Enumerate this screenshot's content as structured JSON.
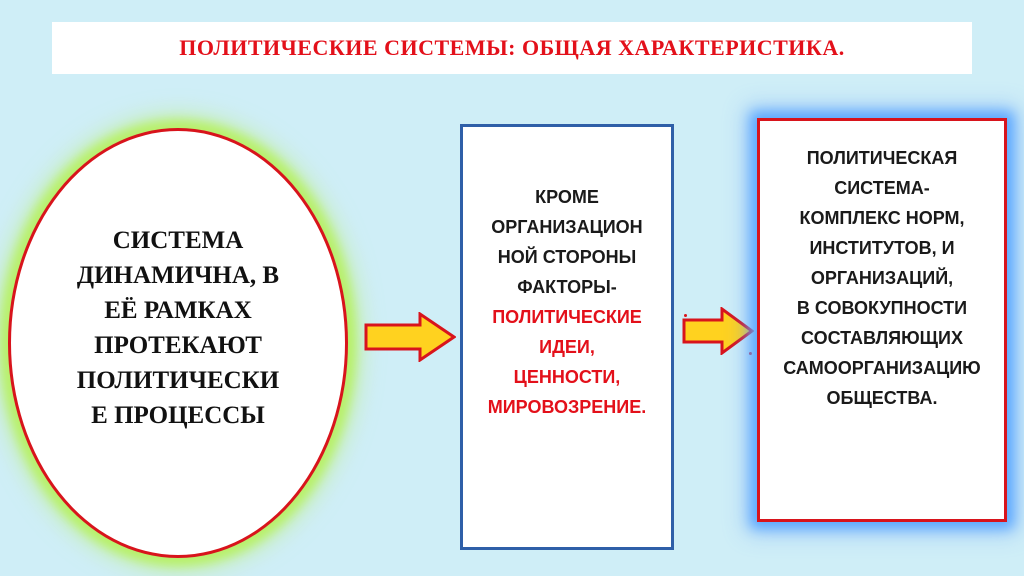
{
  "title": "ПОЛИТИЧЕСКИЕ СИСТЕМЫ: ОБЩАЯ ХАРАКТЕРИСТИКА.",
  "ellipse": {
    "lines": [
      "СИСТЕМА",
      "ДИНАМИЧНА, В",
      "ЕЁ РАМКАХ",
      "ПРОТЕКАЮТ",
      "ПОЛИТИЧЕСКИ",
      "Е ПРОЦЕССЫ"
    ]
  },
  "middle_box": {
    "black_lines": [
      "КРОМЕ",
      "ОРГАНИЗАЦИОН",
      "НОЙ СТОРОНЫ",
      "ФАКТОРЫ-"
    ],
    "red_lines": [
      "ПОЛИТИЧЕСКИЕ",
      "ИДЕИ,",
      "ЦЕННОСТИ,",
      "МИРОВОЗРЕНИЕ."
    ]
  },
  "right_box": {
    "lines": [
      "ПОЛИТИЧЕСКАЯ",
      "СИСТЕМА-",
      "КОМПЛЕКС НОРМ,",
      "ИНСТИТУТОВ, И",
      "ОРГАНИЗАЦИЙ,",
      "В СОВОКУПНОСТИ",
      "СОСТАВЛЯЮЩИХ",
      "САМООРГАНИЗАЦИЮ",
      "ОБЩЕСТВА."
    ]
  },
  "colors": {
    "background": "#cfeef7",
    "title_red": "#e3101a",
    "arrow_fill": "#ffd21f",
    "arrow_outline": "#d8141c",
    "mid_border": "#2f5fa8",
    "right_border": "#d8141c"
  }
}
